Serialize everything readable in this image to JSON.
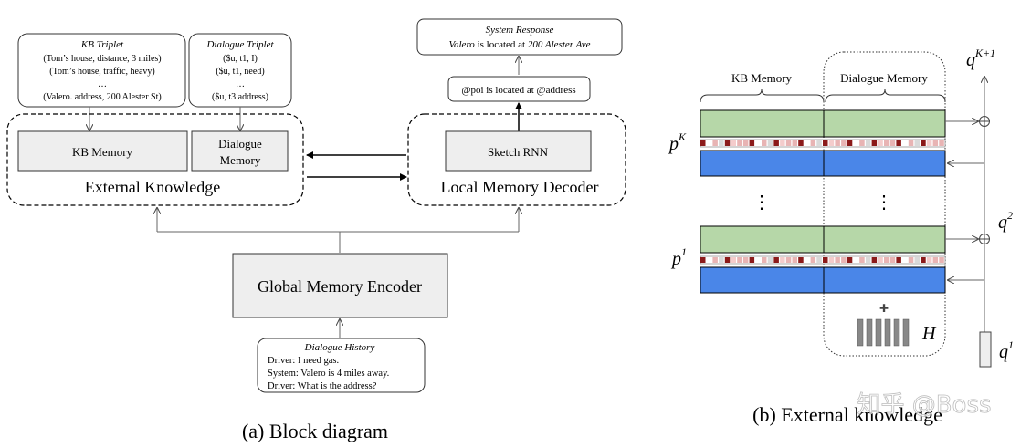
{
  "block_diagram": {
    "kb_triplet": {
      "title": "KB Triplet",
      "lines": [
        "(Tom’s house, distance, 3 miles)",
        "(Tom’s house, traffic, heavy)",
        "…",
        "(Valero. address, 200 Alester St)"
      ]
    },
    "dialogue_triplet": {
      "title": "Dialogue Triplet",
      "lines": [
        "($u, t1, I)",
        "($u, t1, need)",
        "…",
        "($u, t3 address)"
      ]
    },
    "kb_memory": "KB Memory",
    "dialogue_memory": [
      "Dialogue",
      "Memory"
    ],
    "external_knowledge": "External Knowledge",
    "system_response": {
      "title": "System Response",
      "line_bold": "Valero",
      "line_mid": " is located at ",
      "line_italic": "200 Alester Ave"
    },
    "sketch_output": "@poi is located at @address",
    "sketch_rnn": "Sketch RNN",
    "local_memory_decoder": "Local Memory Decoder",
    "global_memory_encoder": "Global Memory Encoder",
    "dialogue_history": {
      "title": "Dialogue History",
      "lines": [
        "Driver: I need gas.",
        "System: Valero is 4 miles away.",
        "Driver: What is the address?"
      ]
    },
    "caption": "(a) Block diagram"
  },
  "external_knowledge_panel": {
    "kb_memory": "KB Memory",
    "dialogue_memory": "Dialogue Memory",
    "p_k_base": "p",
    "p_k_sup": "K",
    "p_1_base": "p",
    "p_1_sup": "1",
    "q_k1_base": "q",
    "q_k1_sup": "K+1",
    "q_2_base": "q",
    "q_2_sup": "2",
    "q_1_base": "q",
    "q_1_sup": "1",
    "h_label": "H",
    "vdots": "⋮",
    "plus": "✚",
    "caption": "(b) External knowledge"
  },
  "watermark": "知乎 @Boss",
  "colors": {
    "green": "#b6d7a8",
    "blue": "#4a86e8",
    "grey_box": "#eeeeee",
    "dark_red": "#8b1a1a",
    "pink": "#e8b4b4",
    "grey_bar": "#888888"
  }
}
